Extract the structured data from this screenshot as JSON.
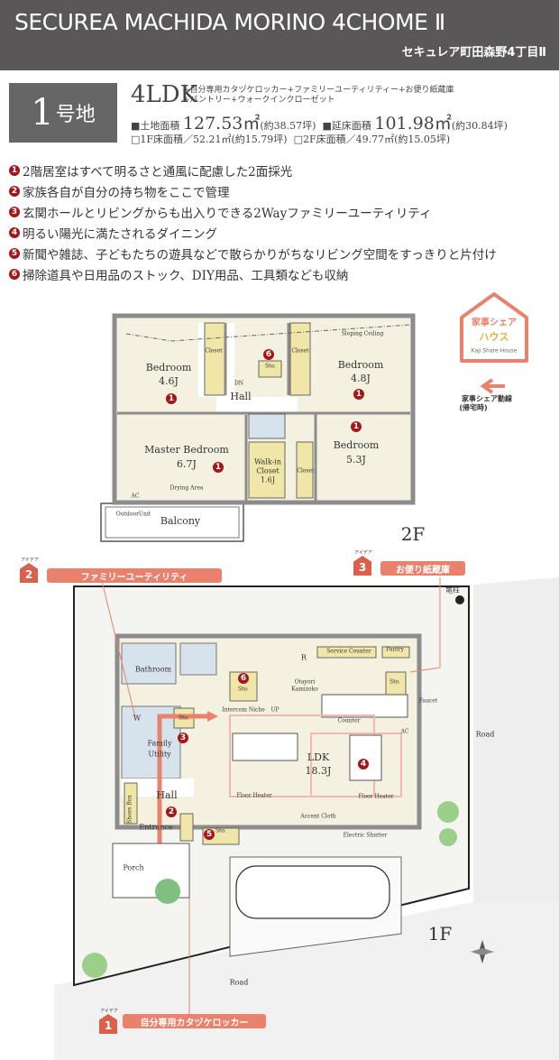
{
  "header": {
    "title": "SECUREA MACHIDA MORINO 4CHOME Ⅱ",
    "subtitle": "セキュレア町田森野4丁目Ⅱ"
  },
  "lot": {
    "number": "1",
    "suffix": "号地",
    "layout": "4LDK",
    "extras_line1": "+自分専用カタヅケロッカー+ファミリーユーティリティー+お便り紙蔵庫",
    "extras_line2": "+パントリー+ウォークインクローゼット",
    "land_label": "■土地面積",
    "land_value": "127.53㎡",
    "land_tsubo": "(約38.57坪)",
    "floor_label": "■延床面積",
    "floor_value": "101.98㎡",
    "floor_tsubo": "(約30.84坪)",
    "f1_area": "□1F床面積／52.21㎡(約15.79坪)",
    "f2_area": "□2F床面積／49.77㎡(約15.05坪)"
  },
  "features": [
    {
      "num": "1",
      "text": "2階居室はすべて明るさと通風に配慮した2面採光"
    },
    {
      "num": "2",
      "text": "家族各自が自分の持ち物をここで管理"
    },
    {
      "num": "3",
      "text": "玄関ホールとリビングからも出入りできる2Wayファミリーユーティリティ"
    },
    {
      "num": "4",
      "text": "明るい陽光に満たされるダイニング"
    },
    {
      "num": "5",
      "text": "新聞や雑誌、子どもたちの遊具などで散らかりがちなリビング空間をすっきりと片付け"
    },
    {
      "num": "6",
      "text": "掃除道具や日用品のストック、DIY用品、工具類なども収納"
    }
  ],
  "logo": {
    "line1": "家事シェア",
    "line2": "ハウス",
    "line3": "Kaji Share House",
    "legend": "家事シェア動線",
    "legend_sub": "(帰宅時)",
    "accent": "#e8826c"
  },
  "floor2": {
    "label": "2F",
    "rooms": {
      "bedroom_a": "Bedroom",
      "bedroom_a_size": "4.6J",
      "bedroom_b": "Bedroom",
      "bedroom_b_size": "4.8J",
      "bedroom_c": "Bedroom",
      "bedroom_c_size": "5.3J",
      "master": "Master Bedroom",
      "master_size": "6.7J",
      "hall": "Hall",
      "dn": "DN",
      "closet": "Closet",
      "sto": "Sto.",
      "wic": "Walk-in",
      "wic2": "Closet",
      "wic_size": "1.6J",
      "sloping": "Sloping Ceiling",
      "drying": "Drying Area",
      "ac": "AC",
      "outdoor": "OutdoorUnit",
      "balcony": "Balcony"
    }
  },
  "floor1": {
    "label": "1F",
    "rooms": {
      "bathroom": "Bathroom",
      "w": "W",
      "family": "Family",
      "utility": "Utility",
      "sto": "Sto.",
      "r": "R",
      "service_counter": "Service Counter",
      "pantry": "Pantry",
      "otayori": "Otayori",
      "kamizoko": "Kamizoko",
      "intercom": "Intercom Niche",
      "up": "UP",
      "counter": "Counter",
      "ac": "AC",
      "ldk": "LDK",
      "ldk_size": "18.3J",
      "floor_heater": "Floor Heater",
      "hall": "Hall",
      "shoes_box": "Shoes Box",
      "entrance": "Entrance",
      "accent_cloth": "Accent Cloth",
      "electric_shutter": "Electric Shutter",
      "porch": "Porch",
      "faucet": "Faucet",
      "utility_pole": "電柱",
      "road": "Road"
    }
  },
  "callouts": [
    {
      "num": "2",
      "label": "ファミリーユーティリティ",
      "tag": "アイデア"
    },
    {
      "num": "3",
      "label": "お便り紙蔵庫",
      "tag": "アイデア"
    },
    {
      "num": "1",
      "label": "自分専用カタヅケロッカー",
      "tag": "アイデア"
    }
  ],
  "colors": {
    "header": "#595757",
    "marker": "#a4161a",
    "wall": "#8c8c8c",
    "room": "#f5f1e1",
    "wet": "#d6e3ec",
    "storage": "#efe6a8"
  }
}
